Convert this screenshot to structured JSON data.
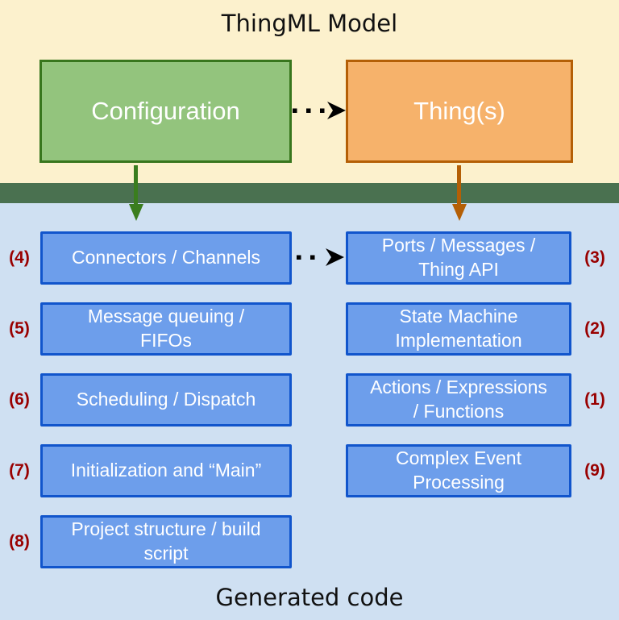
{
  "diagram": {
    "title": "ThingML Model",
    "caption": "Generated code",
    "model_boxes": {
      "configuration": "Configuration",
      "things": "Thing(s)"
    },
    "generated_left": [
      {
        "num": "(4)",
        "label": "Connectors / Channels"
      },
      {
        "num": "(5)",
        "label": "Message queuing /\nFIFOs"
      },
      {
        "num": "(6)",
        "label": "Scheduling / Dispatch"
      },
      {
        "num": "(7)",
        "label": "Initialization and “Main”"
      },
      {
        "num": "(8)",
        "label": "Project structure / build\nscript"
      }
    ],
    "generated_right": [
      {
        "num": "(3)",
        "label": "Ports / Messages /\nThing API"
      },
      {
        "num": "(2)",
        "label": "State Machine\nImplementation"
      },
      {
        "num": "(1)",
        "label": "Actions / Expressions\n/ Functions"
      },
      {
        "num": "(9)",
        "label": "Complex Event\nProcessing"
      }
    ],
    "colors": {
      "top_bg": "#FCF1CD",
      "bottom_bg": "#CFE0F2",
      "band": "#4A7150",
      "config_fill": "#93C47D",
      "config_border": "#38761D",
      "thing_fill": "#F6B26B",
      "thing_border": "#B45F06",
      "gen_fill": "#6D9EEB",
      "gen_border": "#1155CC",
      "number_color": "#990000",
      "arrow_green": "#3A7D1E",
      "arrow_orange": "#B45F06",
      "dotted_arrow": "#000000"
    }
  }
}
